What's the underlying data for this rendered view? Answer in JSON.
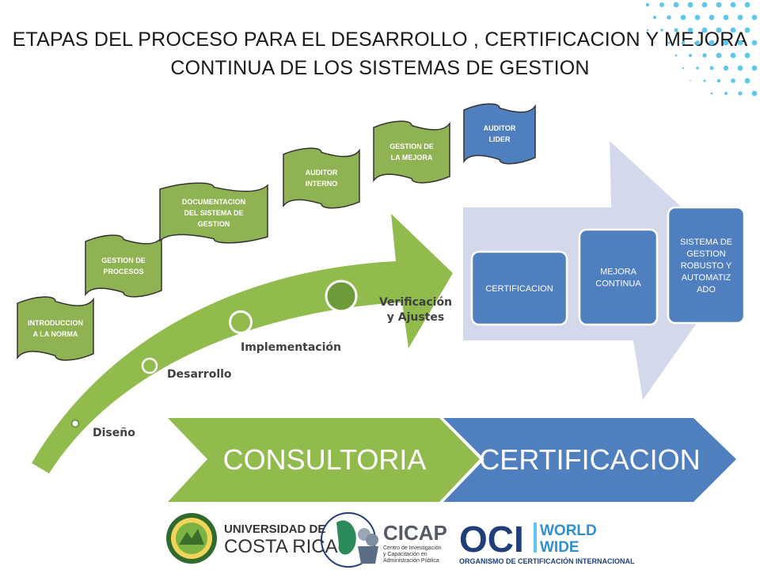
{
  "title": {
    "line1": "ETAPAS DEL PROCESO PARA EL DESARROLLO , CERTIFICACION  Y MEJORA",
    "line2": "CONTINUA DE LOS SISTEMAS DE GESTION"
  },
  "flags": [
    {
      "lines": [
        "INTRODUCCION",
        "A LA NORMA"
      ],
      "color": "#8fb352"
    },
    {
      "lines": [
        "GESTION DE",
        "PROCESOS"
      ],
      "color": "#8fb352"
    },
    {
      "lines": [
        "DOCUMENTACION",
        "DEL SISTEMA DE",
        "GESTION"
      ],
      "color": "#8fb352"
    },
    {
      "lines": [
        "AUDITOR",
        "INTERNO"
      ],
      "color": "#8fb352"
    },
    {
      "lines": [
        "GESTION DE",
        "LA MEJORA"
      ],
      "color": "#8fb352"
    },
    {
      "lines": [
        "AUDITOR",
        "LIDER"
      ],
      "color": "#4f7fbf"
    }
  ],
  "stages": [
    {
      "label": "Diseño"
    },
    {
      "label": "Desarrollo"
    },
    {
      "label": "Implementación"
    },
    {
      "label": "Verificación",
      "label2": "y Ajustes"
    }
  ],
  "boxes": [
    {
      "lines": [
        "CERTIFICACION"
      ]
    },
    {
      "lines": [
        "MEJORA",
        "CONTINUA"
      ]
    },
    {
      "lines": [
        "SISTEMA DE",
        "GESTION",
        "ROBUSTO Y",
        "AUTOMATIZ",
        "ADO"
      ]
    }
  ],
  "chevrons": [
    {
      "label": "CONSULTORIA",
      "color": "#92bb4d"
    },
    {
      "label": "CERTIFICACION",
      "color": "#4f7fbf"
    }
  ],
  "logos": {
    "ucr": {
      "line1": "UNIVERSIDAD DE",
      "line2": "COSTA RICA"
    },
    "cicap": {
      "name": "CICAP",
      "sub1": "Centro de Investigación",
      "sub2": "y Capacitación en",
      "sub3": "Administración Pública"
    },
    "oci": {
      "name": "OCI",
      "world": "WORLD",
      "wide": "WIDE",
      "tagline": "ORGANISMO DE CERTIFICACIÓN INTERNACIONAL"
    }
  },
  "colors": {
    "green": "#8fb352",
    "green_dark": "#6e9a3a",
    "blue": "#4f7fbf",
    "lavender": "#d3d9ea",
    "dots": "#5fc6ec"
  }
}
